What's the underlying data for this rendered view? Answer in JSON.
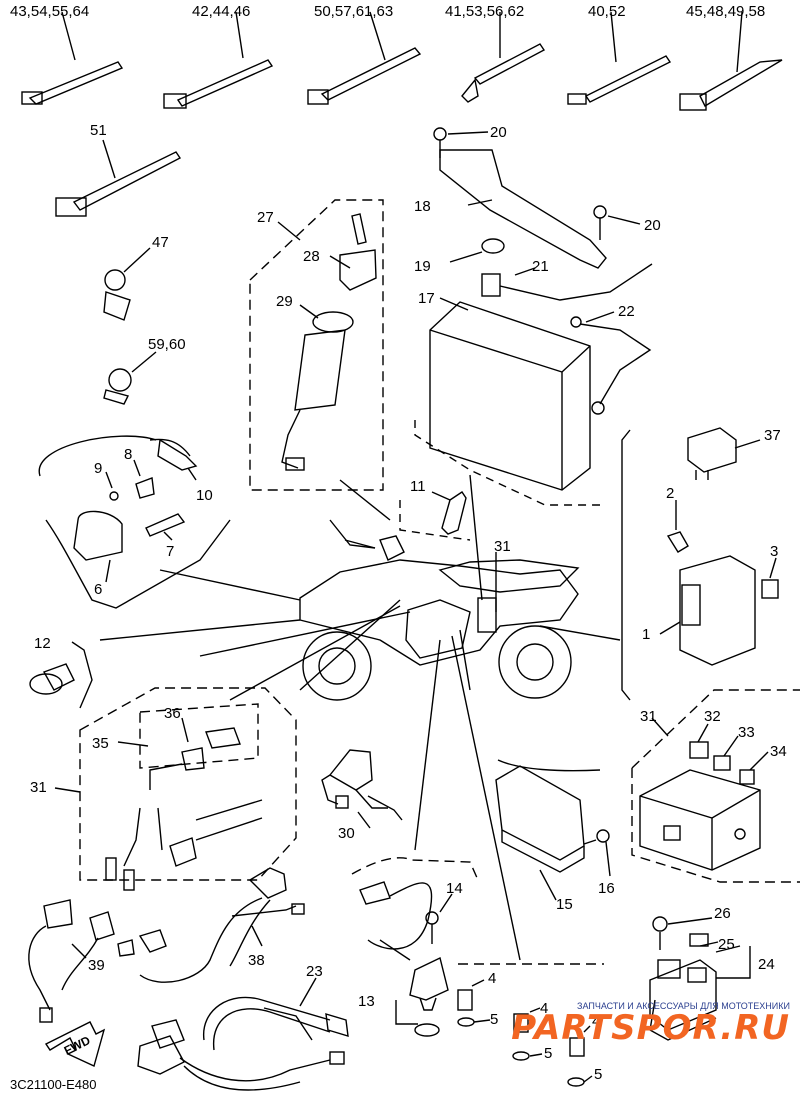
{
  "labels": {
    "top_ties": [
      "43,54,55,64",
      "42,44,46",
      "50,57,61,63",
      "41,53,56,62",
      "40,52",
      "45,48,49,58"
    ],
    "l51": "51",
    "l47": "47",
    "l5960": "59,60",
    "l27": "27",
    "l28": "28",
    "l29": "29",
    "l20a": "20",
    "l20b": "20",
    "l18": "18",
    "l19": "19",
    "l21": "21",
    "l17": "17",
    "l22": "22",
    "l37": "37",
    "l2": "2",
    "l3": "3",
    "l1": "1",
    "l9": "9",
    "l8": "8",
    "l10": "10",
    "l7": "7",
    "l6": "6",
    "l11": "11",
    "l31a": "31",
    "l31b": "31",
    "l31c": "31",
    "l12": "12",
    "l36": "36",
    "l35": "35",
    "l30": "30",
    "l32": "32",
    "l33": "33",
    "l34": "34",
    "l14": "14",
    "l15": "15",
    "l16": "16",
    "l26": "26",
    "l25": "25",
    "l24": "24",
    "l38": "38",
    "l39": "39",
    "l23": "23",
    "l13": "13",
    "l4a": "4",
    "l4b": "4",
    "l4c": "4",
    "l5a": "5",
    "l5b": "5",
    "l5c": "5"
  },
  "fwd": "FWD",
  "diagram_code": "3C21100-E480",
  "watermark": {
    "small": "ЗАПЧАСТИ И АКСЕССУАРЫ ДЛЯ МОТОТЕХНИКИ",
    "big": "PARTSPOR.RU"
  },
  "colors": {
    "line": "#000000",
    "watermark_orange": "#f26522",
    "watermark_blue": "#2b3f8f"
  }
}
